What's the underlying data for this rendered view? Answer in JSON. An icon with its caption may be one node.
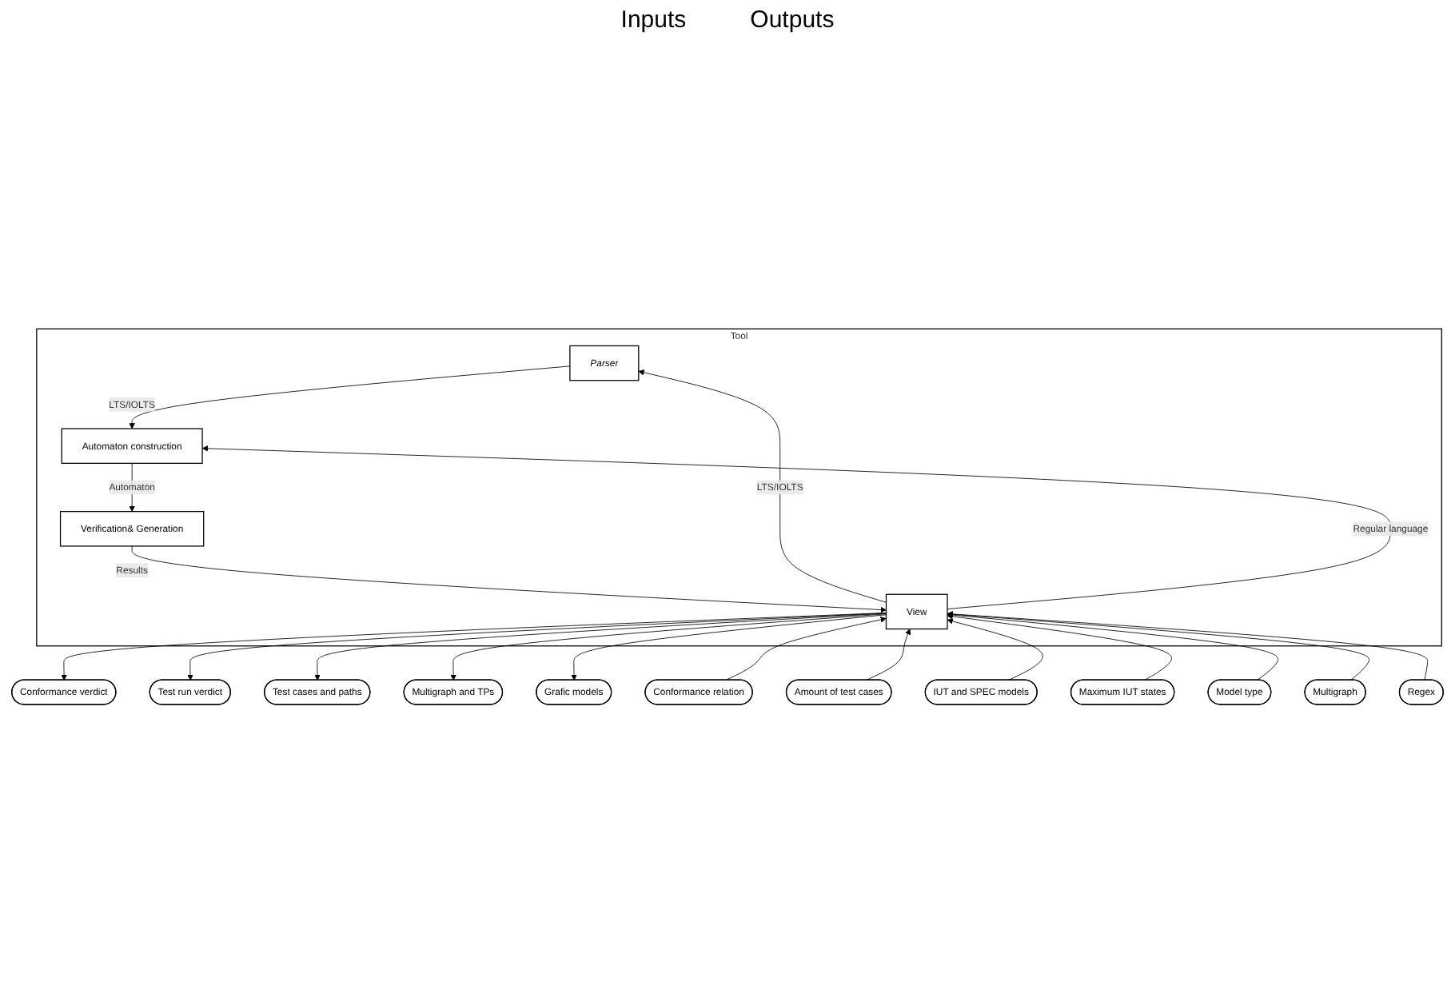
{
  "diagram": {
    "nodes": [
      {
        "text": [
          "Tool"
        ]
      },
      {
        "text": [
          "Parser"
        ],
        "in": 0
      },
      {
        "text": [
          "Automaton construction"
        ],
        "in": 0
      },
      {
        "text": [
          "View"
        ],
        "in": 0
      },
      {
        "text": [
          "Verification& Generation"
        ],
        "in": 0
      },
      {
        "text": [
          "Conformance relation"
        ]
      },
      {
        "text": [
          "Amount of test cases"
        ]
      },
      {
        "text": [
          "IUT and SPEC models"
        ]
      },
      {
        "text": [
          "Maximum IUT states"
        ]
      },
      {
        "text": [
          "Model type"
        ]
      },
      {
        "text": [
          "Multigraph"
        ]
      },
      {
        "text": [
          "Regex"
        ]
      },
      {
        "text": [
          "Conformance verdict"
        ]
      },
      {
        "text": [
          "Test run verdict"
        ]
      },
      {
        "text": [
          "Test cases and paths"
        ]
      },
      {
        "text": [
          "Multigraph and TPs"
        ]
      },
      {
        "text": [
          "Grafic models"
        ]
      }
    ],
    "edges": [
      {
        "from": 1,
        "to": 2,
        "arrow": "to",
        "label": "LTS/IOLTS"
      },
      {
        "from": 3,
        "to": 1,
        "arrow": "to",
        "label": "LTS/IOLTS"
      },
      {
        "from": 3,
        "to": 2,
        "arrow": "to",
        "label": "Regular language"
      },
      {
        "from": 2,
        "to": 4,
        "arrow": "to",
        "label": "Automaton"
      },
      {
        "from": 4,
        "to": 3,
        "arrow": "to",
        "label": "Results"
      },
      {
        "from": 5,
        "to": 3,
        "arrow": "to"
      },
      {
        "from": 6,
        "to": 3,
        "arrow": "to"
      },
      {
        "from": 7,
        "to": 3,
        "arrow": "to"
      },
      {
        "from": 8,
        "to": 3,
        "arrow": "to"
      },
      {
        "from": 9,
        "to": 3,
        "arrow": "to"
      },
      {
        "from": 10,
        "to": 3,
        "arrow": "to"
      },
      {
        "from": 11,
        "to": 3,
        "arrow": "to"
      },
      {
        "from": 3,
        "to": 12,
        "arrow": "to"
      },
      {
        "from": 3,
        "to": 13,
        "arrow": "to"
      },
      {
        "from": 3,
        "to": 14,
        "arrow": "to"
      },
      {
        "from": 3,
        "to": 15,
        "arrow": "to"
      },
      {
        "from": 3,
        "to": 16,
        "arrow": "to"
      }
    ],
    "labels": [
      "Inputs",
      "Outputs"
    ]
  }
}
